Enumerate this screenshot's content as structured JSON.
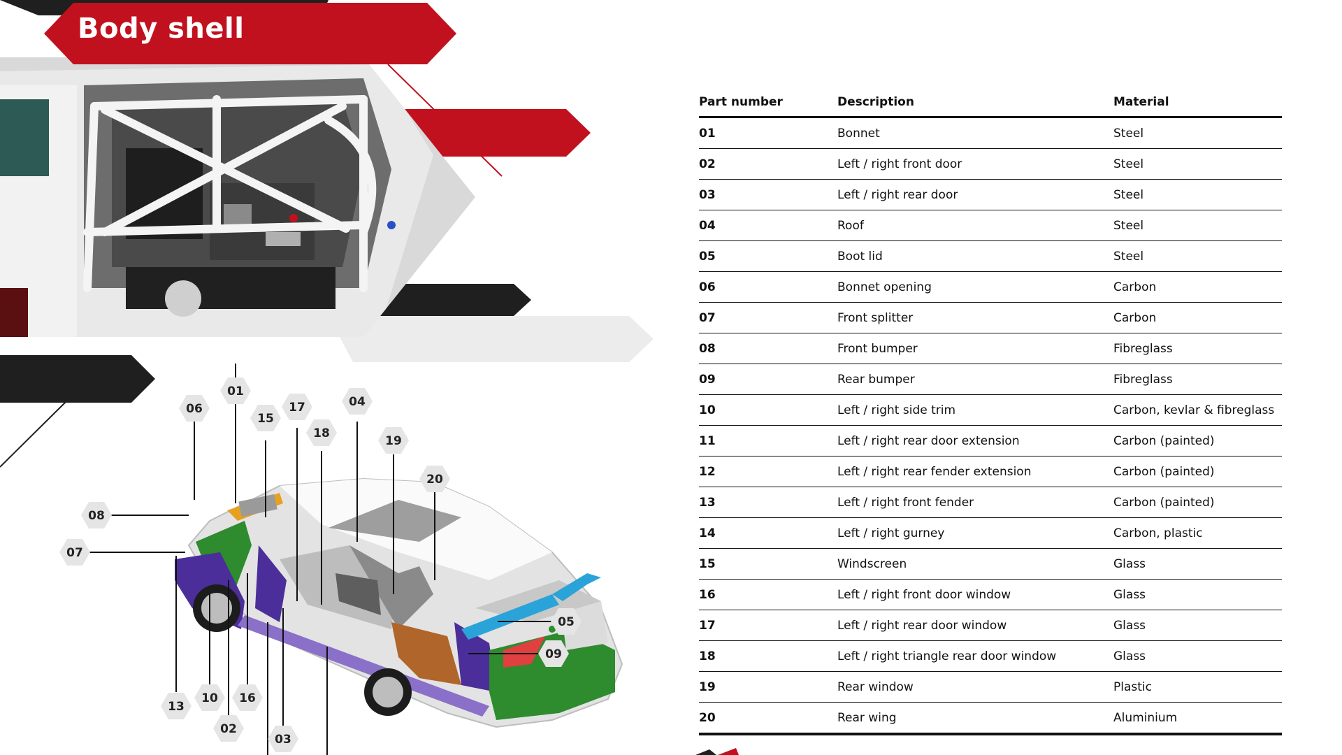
{
  "title": "Body shell",
  "table": {
    "headers": [
      "Part number",
      "Description",
      "Material"
    ],
    "rows": [
      [
        "01",
        "Bonnet",
        "Steel"
      ],
      [
        "02",
        "Left / right front door",
        "Steel"
      ],
      [
        "03",
        "Left / right rear door",
        "Steel"
      ],
      [
        "04",
        "Roof",
        "Steel"
      ],
      [
        "05",
        "Boot lid",
        "Steel"
      ],
      [
        "06",
        "Bonnet opening",
        "Carbon"
      ],
      [
        "07",
        "Front splitter",
        "Carbon"
      ],
      [
        "08",
        "Front bumper",
        "Fibreglass"
      ],
      [
        "09",
        "Rear bumper",
        "Fibreglass"
      ],
      [
        "10",
        "Left / right side trim",
        "Carbon, kevlar & fibreglass"
      ],
      [
        "11",
        "Left / right rear door extension",
        "Carbon (painted)"
      ],
      [
        "12",
        "Left / right rear fender extension",
        "Carbon (painted)"
      ],
      [
        "13",
        "Left / right front fender",
        "Carbon (painted)"
      ],
      [
        "14",
        "Left / right gurney",
        "Carbon, plastic"
      ],
      [
        "15",
        "Windscreen",
        "Glass"
      ],
      [
        "16",
        "Left / right front door window",
        "Glass"
      ],
      [
        "17",
        "Left / right rear door window",
        "Glass"
      ],
      [
        "18",
        "Left / right triangle rear door window",
        "Glass"
      ],
      [
        "19",
        "Rear window",
        "Plastic"
      ],
      [
        "20",
        "Rear wing",
        "Aluminium"
      ]
    ]
  },
  "callouts": [
    "01",
    "06",
    "15",
    "17",
    "18",
    "04",
    "19",
    "20",
    "08",
    "07",
    "05",
    "09",
    "13",
    "10",
    "16",
    "02",
    "03"
  ],
  "colors": {
    "brand_red": "#c1111f",
    "banner_dark": "#1f1f1f",
    "banner_light": "#ececec",
    "part_green": "#2e8b2e",
    "part_purple": "#4b2e9a",
    "part_orange": "#e8a020",
    "part_brown": "#b0652a",
    "part_blue": "#2aa4d8"
  }
}
